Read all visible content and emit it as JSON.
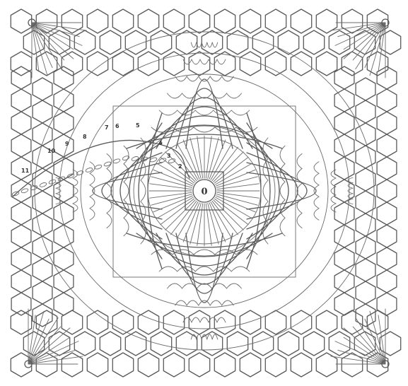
{
  "diagram": {
    "kind": "crochet-chart",
    "colors": {
      "ink": "#5a5a5a",
      "paper": "#ffffff"
    },
    "center_label": "0",
    "round_labels": [
      "11",
      "10",
      "9",
      "8",
      "7",
      "6",
      "5",
      "4",
      "3",
      "2"
    ]
  }
}
